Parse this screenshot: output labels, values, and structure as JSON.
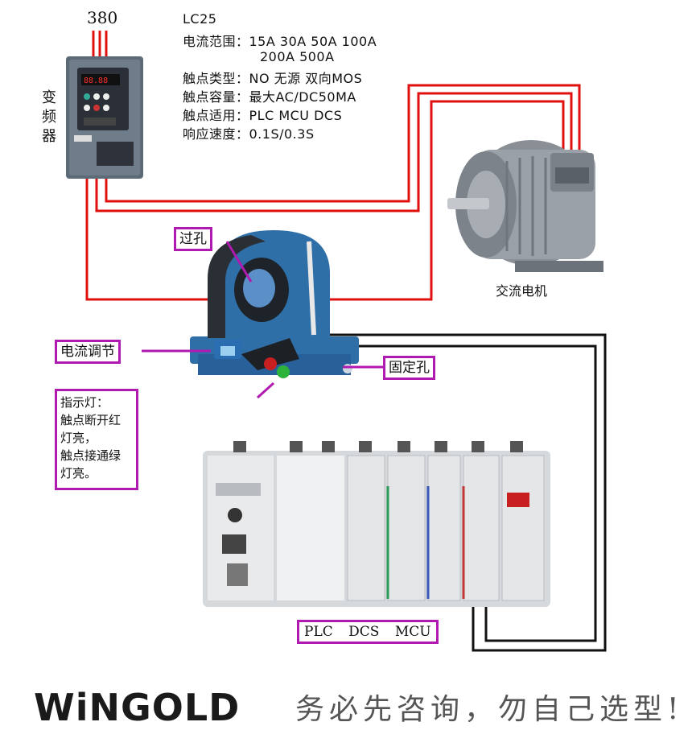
{
  "top_voltage": "380",
  "inverter_label": [
    "变",
    "频",
    "器"
  ],
  "specs": {
    "model": "LC25",
    "lines": [
      "电流范围：15A 30A 50A 100A",
      "200A 500A",
      "触点类型：NO  无源 双向MOS",
      "触点容量：最大AC/DC50MA",
      "触点适用：PLC MCU DCS",
      "响应速度：0.1S/0.3S"
    ]
  },
  "motor_label": "交流电机",
  "callouts": {
    "through_hole": "过孔",
    "current_adjust": "电流调节",
    "mount_hole": "固定孔",
    "plc": "PLC  DCS  MCU"
  },
  "indicator_note": [
    "指示灯：",
    "触点断开红",
    "灯亮，",
    "触点接通绿",
    "灯亮。"
  ],
  "brand": "WiNGOLD",
  "slogan": "务必先咨询，勿自己选型!",
  "colors": {
    "power_wire": "#e01010",
    "signal_wire": "#111111",
    "callout_border": "#b01ab0",
    "sensor_blue": "#2f6fa8"
  }
}
